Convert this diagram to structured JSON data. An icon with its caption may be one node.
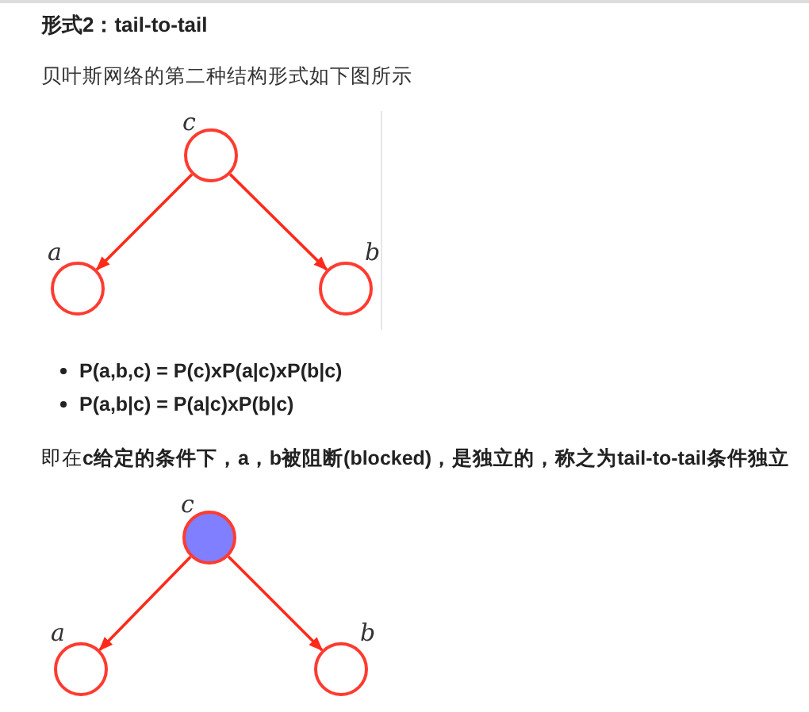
{
  "diagram": {
    "title": "形式2：tail-to-tail",
    "nodes": [
      {
        "text": [],
        "shape": "circle",
        "beside": [
          "c"
        ]
      },
      {
        "text": [],
        "shape": "circle",
        "beside": [
          "a"
        ]
      },
      {
        "text": [],
        "shape": "circle",
        "beside": [
          "b"
        ]
      },
      {
        "text": [],
        "shape": "circle",
        "beside": [
          "c"
        ]
      },
      {
        "text": [],
        "shape": "circle",
        "beside": [
          "a"
        ]
      },
      {
        "text": [],
        "shape": "circle",
        "beside": [
          "b"
        ]
      }
    ],
    "edges": [
      {
        "from": 0,
        "to": 1,
        "arrow": "to"
      },
      {
        "from": 0,
        "to": 2,
        "arrow": "to"
      },
      {
        "from": 3,
        "to": 4,
        "arrow": "to"
      },
      {
        "from": 3,
        "to": 5,
        "arrow": "to"
      }
    ],
    "labels": [
      "贝叶斯网络的第二种结构形式如下图所示",
      "P(a,b,c) = P(c)xP(a|c)xP(b|c)",
      "P(a,b|c) = P(a|c)xP(b|c)",
      "即在**c给定的条件下，a，b被阻断(blocked)，是独立的，称之为tail-to-tail条件独立**"
    ]
  }
}
